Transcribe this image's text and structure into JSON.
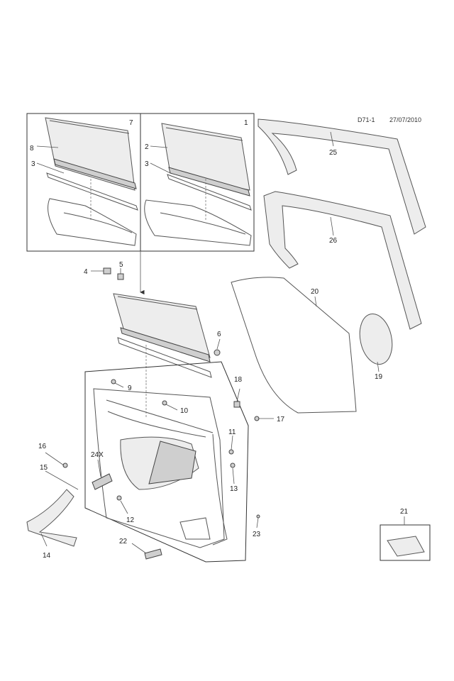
{
  "header": {
    "diagram_code": "D71-1",
    "date": "27/07/2010"
  },
  "callouts": {
    "c1": "1",
    "c2": "2",
    "c3a": "3",
    "c3b": "3",
    "c4": "4",
    "c5": "5",
    "c6": "6",
    "c7": "7",
    "c8": "8",
    "c9": "9",
    "c10": "10",
    "c11": "11",
    "c12": "12",
    "c13": "13",
    "c14": "14",
    "c15": "15",
    "c16": "16",
    "c17": "17",
    "c18": "18",
    "c19": "19",
    "c20": "20",
    "c21": "21",
    "c22": "22",
    "c23": "23",
    "c24x": "24X",
    "c25": "25",
    "c26": "26"
  }
}
